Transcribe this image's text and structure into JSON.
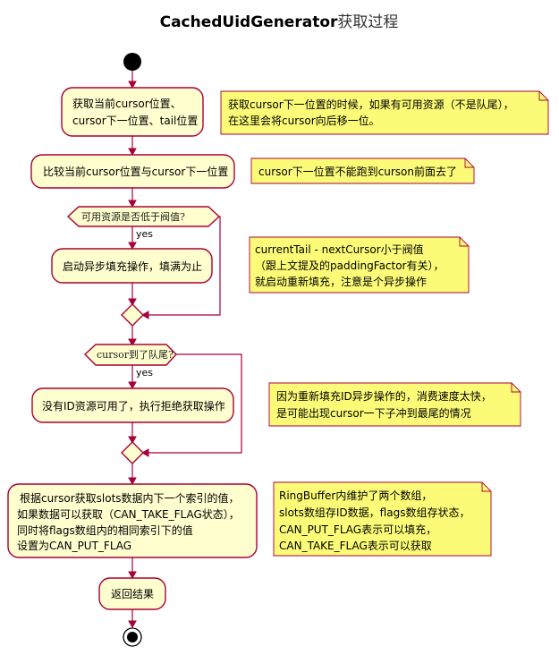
{
  "title": {
    "main": "CachedUidGenerator",
    "suffix": "获取过程"
  },
  "activities": {
    "get_positions": [
      "获取当前cursor位置、",
      "cursor下一位置、tail位置"
    ],
    "compare": [
      "比较当前cursor位置与cursor下一位置"
    ],
    "async_fill": [
      "启动异步填充操作，填满为止"
    ],
    "reject": [
      "没有ID资源可用了，执行拒绝获取操作"
    ],
    "fetch_slot": [
      "根据cursor获取slots数据内下一个索引的值，",
      "如果数据可以获取（CAN_TAKE_FLAG状态），",
      "同时将flags数组内的相同索引下的值",
      "设置为CAN_PUT_FLAG"
    ],
    "return_result": [
      "返回结果"
    ]
  },
  "conditions": {
    "below_threshold": "可用资源是否低于阀值?",
    "at_tail": "cursor到了队尾?",
    "yes_label": "yes"
  },
  "notes": {
    "note1": [
      "获取cursor下一位置的时候，如果有可用资源（不是队尾），",
      "在这里会将cursor向后移一位。"
    ],
    "note2": [
      "cursor下一位置不能跑到curson前面去了"
    ],
    "note3": [
      "currentTail - nextCursor小于阀值",
      "（跟上文提及的paddingFactor有关），",
      "就启动重新填充，注意是个异步操作"
    ],
    "note4": [
      "因为重新填充ID异步操作的，消费速度太快，",
      "是可能出现cursor一下子冲到最尾的情况"
    ],
    "note5": [
      "RingBuffer内维护了两个数组，",
      "slots数组存ID数据，flags数组存状态，",
      "CAN_PUT_FLAG表示可以填充，",
      "CAN_TAKE_FLAG表示可以获取"
    ]
  },
  "colors": {
    "activity_fill": "#FEFECE",
    "note_fill": "#FBFB77",
    "border": "#A80036"
  }
}
